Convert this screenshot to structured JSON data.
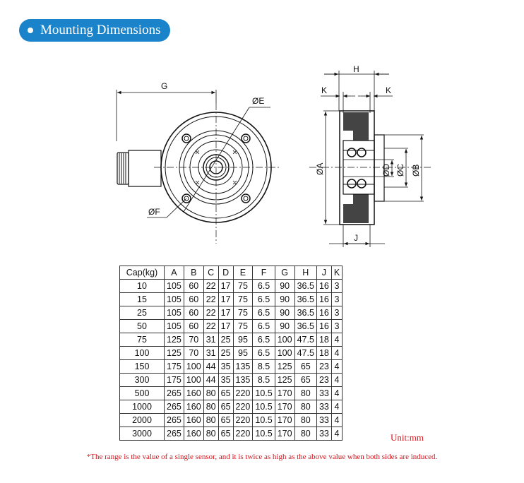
{
  "header": {
    "title": "Mounting Dimensions"
  },
  "diagram": {
    "front_labels": {
      "g": "G",
      "e": "ØE",
      "f": "ØF"
    },
    "side_labels": {
      "h": "H",
      "k_left": "K",
      "k_right": "K",
      "a": "ØA",
      "d": "ØD",
      "c": "ØC",
      "b": "ØB",
      "j": "J"
    }
  },
  "table": {
    "headers": [
      "Cap(kg)",
      "A",
      "B",
      "C",
      "D",
      "E",
      "F",
      "G",
      "H",
      "J",
      "K"
    ],
    "rows": [
      [
        "10",
        "105",
        "60",
        "22",
        "17",
        "75",
        "6.5",
        "90",
        "36.5",
        "16",
        "3"
      ],
      [
        "15",
        "105",
        "60",
        "22",
        "17",
        "75",
        "6.5",
        "90",
        "36.5",
        "16",
        "3"
      ],
      [
        "25",
        "105",
        "60",
        "22",
        "17",
        "75",
        "6.5",
        "90",
        "36.5",
        "16",
        "3"
      ],
      [
        "50",
        "105",
        "60",
        "22",
        "17",
        "75",
        "6.5",
        "90",
        "36.5",
        "16",
        "3"
      ],
      [
        "75",
        "125",
        "70",
        "31",
        "25",
        "95",
        "6.5",
        "100",
        "47.5",
        "18",
        "4"
      ],
      [
        "100",
        "125",
        "70",
        "31",
        "25",
        "95",
        "6.5",
        "100",
        "47.5",
        "18",
        "4"
      ],
      [
        "150",
        "175",
        "100",
        "44",
        "35",
        "135",
        "8.5",
        "125",
        "65",
        "23",
        "4"
      ],
      [
        "300",
        "175",
        "100",
        "44",
        "35",
        "135",
        "8.5",
        "125",
        "65",
        "23",
        "4"
      ],
      [
        "500",
        "265",
        "160",
        "80",
        "65",
        "220",
        "10.5",
        "170",
        "80",
        "33",
        "4"
      ],
      [
        "1000",
        "265",
        "160",
        "80",
        "65",
        "220",
        "10.5",
        "170",
        "80",
        "33",
        "4"
      ],
      [
        "2000",
        "265",
        "160",
        "80",
        "65",
        "220",
        "10.5",
        "170",
        "80",
        "33",
        "4"
      ],
      [
        "3000",
        "265",
        "160",
        "80",
        "65",
        "220",
        "10.5",
        "170",
        "80",
        "33",
        "4"
      ]
    ]
  },
  "unit": "Unit:mm",
  "note": "*The range is the value of a single sensor, and it is twice as high as the above value when both sides are induced."
}
